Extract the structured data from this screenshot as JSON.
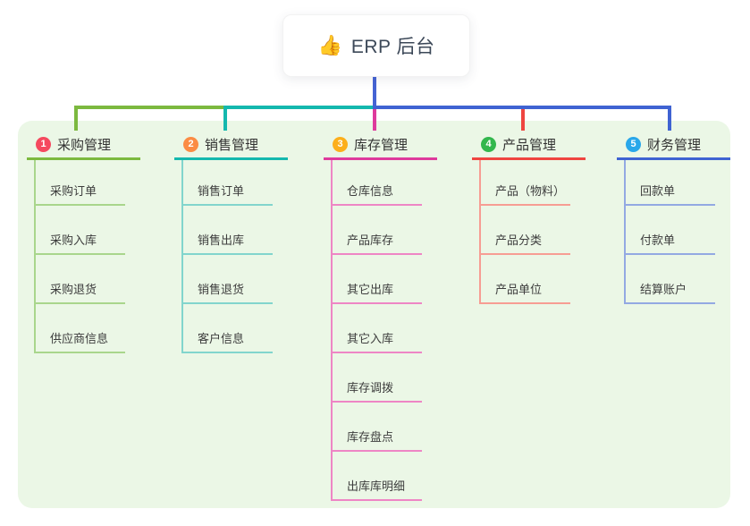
{
  "root": {
    "icon": "👍",
    "label": "ERP 后台"
  },
  "colors": {
    "panel_bg": "#ebf7e6",
    "root_connector": "#4563d4",
    "card_bg": "#ffffff",
    "root_text": "#3c4858"
  },
  "branches": [
    {
      "num": "1",
      "label": "采购管理",
      "badge_color": "#f5495f",
      "line_color": "#7cb93f",
      "child_line_color": "#a9d68c",
      "children": [
        "采购订单",
        "采购入库",
        "采购退货",
        "供应商信息"
      ]
    },
    {
      "num": "2",
      "label": "销售管理",
      "badge_color": "#fb8c44",
      "line_color": "#14b8ae",
      "child_line_color": "#82d5cd",
      "children": [
        "销售订单",
        "销售出库",
        "销售退货",
        "客户信息"
      ]
    },
    {
      "num": "3",
      "label": "库存管理",
      "badge_color": "#fcaf1b",
      "line_color": "#de3a9c",
      "child_line_color": "#ee86c5",
      "children": [
        "仓库信息",
        "产品库存",
        "其它出库",
        "其它入库",
        "库存调拨",
        "库存盘点",
        "出库库明细"
      ]
    },
    {
      "num": "4",
      "label": "产品管理",
      "badge_color": "#33b74d",
      "line_color": "#ef4540",
      "child_line_color": "#f79d93",
      "children": [
        "产品（物料）",
        "产品分类",
        "产品单位"
      ]
    },
    {
      "num": "5",
      "label": "财务管理",
      "badge_color": "#29a7ea",
      "line_color": "#3f63d2",
      "child_line_color": "#93a9e2",
      "children": [
        "回款单",
        "付款单",
        "结算账户"
      ]
    }
  ]
}
